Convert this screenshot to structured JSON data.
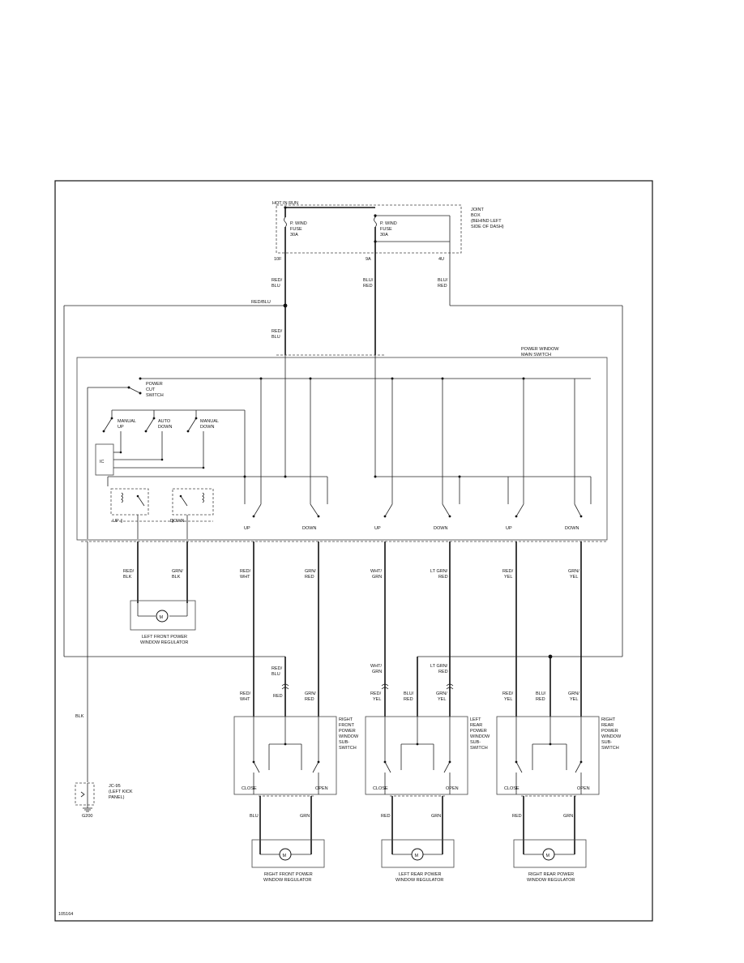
{
  "joint_box": {
    "hot_in_run": "HOT IN RUN",
    "label": [
      "JOINT",
      "BOX",
      "(BEHIND LEFT",
      "SIDE OF DASH)"
    ],
    "fuse1": [
      "P. WIND",
      "FUSE",
      "30A"
    ],
    "fuse2": [
      "P. WIND",
      "FUSE",
      "30A"
    ],
    "pin1": "10F",
    "pin2": "9A",
    "pin3": "4U"
  },
  "wires": {
    "red_blu": [
      "RED/",
      "BLU"
    ],
    "blu_red": [
      "BLU/",
      "RED"
    ],
    "blu_red2": [
      "BLU/",
      "RED"
    ],
    "red_blu_bus": "RED/BLU",
    "red_blu_down": [
      "RED/",
      "BLU"
    ],
    "lf_red_blk": [
      "RED/",
      "BLK"
    ],
    "lf_grn_blk": [
      "GRN/",
      "BLK"
    ],
    "red_wht": [
      "RED/",
      "WHT"
    ],
    "grn_red": [
      "GRN/",
      "RED"
    ],
    "wht_grn": [
      "WHT/",
      "GRN"
    ],
    "ltgrn_red": [
      "LT GRN/",
      "RED"
    ],
    "red_yel": [
      "RED/",
      "YEL"
    ],
    "grn_yel": [
      "GRN/",
      "YEL"
    ],
    "rf_red_blu": [
      "RED/",
      "BLU"
    ],
    "lr_wht_grn": [
      "WHT/",
      "GRN"
    ],
    "lr_ltgrn_red": [
      "LT GRN/",
      "RED"
    ],
    "rf_red_wht": [
      "RED/",
      "WHT"
    ],
    "rf_red": "RED",
    "rf_grn_red": [
      "GRN/",
      "RED"
    ],
    "lr_red_yel": [
      "RED/",
      "YEL"
    ],
    "lr_blu_red": [
      "BLU/",
      "RED"
    ],
    "lr_grn_yel": [
      "GRN/",
      "YEL"
    ],
    "rr_red_yel": [
      "RED/",
      "YEL"
    ],
    "rr_blu_red": [
      "BLU/",
      "RED"
    ],
    "rr_grn_yel": [
      "GRN/",
      "YEL"
    ],
    "blk": "BLK",
    "rf_blu": "BLU",
    "rf_grn": "GRN",
    "lr_red": "RED",
    "lr_grn": "GRN",
    "rr_red": "RED",
    "rr_grn": "GRN"
  },
  "main_switch": {
    "title": [
      "POWER WINDOW",
      "MAIN SWITCH"
    ],
    "power_cut": [
      "POWER",
      "CUT",
      "SWITCH"
    ],
    "manual_up": [
      "MANUAL",
      "UP"
    ],
    "auto_down": [
      "AUTO",
      "DOWN"
    ],
    "manual_down": [
      "MANUAL",
      "DOWN"
    ],
    "ic": "IC",
    "up": "UP",
    "down": "DOWN",
    "sw_up1": "UP",
    "sw_down1": "DOWN",
    "sw_up2": "UP",
    "sw_down2": "DOWN",
    "sw_up3": "UP",
    "sw_down3": "DOWN"
  },
  "regulators": {
    "lf": [
      "LEFT FRONT POWER",
      "WINDOW REGULATOR"
    ],
    "rf": [
      "RIGHT FRONT POWER",
      "WINDOW REGULATOR"
    ],
    "lr": [
      "LEFT REAR POWER",
      "WINDOW REGULATOR"
    ],
    "rr": [
      "RIGHT REAR POWER",
      "WINDOW REGULATOR"
    ],
    "motor": "M"
  },
  "sub_switches": {
    "rf": [
      "RIGHT",
      "FRONT",
      "POWER",
      "WINDOW",
      "SUB-",
      "SWITCH"
    ],
    "lr": [
      "LEFT",
      "REAR",
      "POWER",
      "WINDOW",
      "SUB-",
      "SWITCH"
    ],
    "rr": [
      "RIGHT",
      "REAR",
      "POWER",
      "WINDOW",
      "SUB-",
      "SWITCH"
    ],
    "close": "CLOSE",
    "open": "OPEN"
  },
  "ground": {
    "connector": [
      "JC-95",
      "(LEFT KICK",
      "PANEL)"
    ],
    "ground": "G200"
  },
  "figure_id": "105164"
}
